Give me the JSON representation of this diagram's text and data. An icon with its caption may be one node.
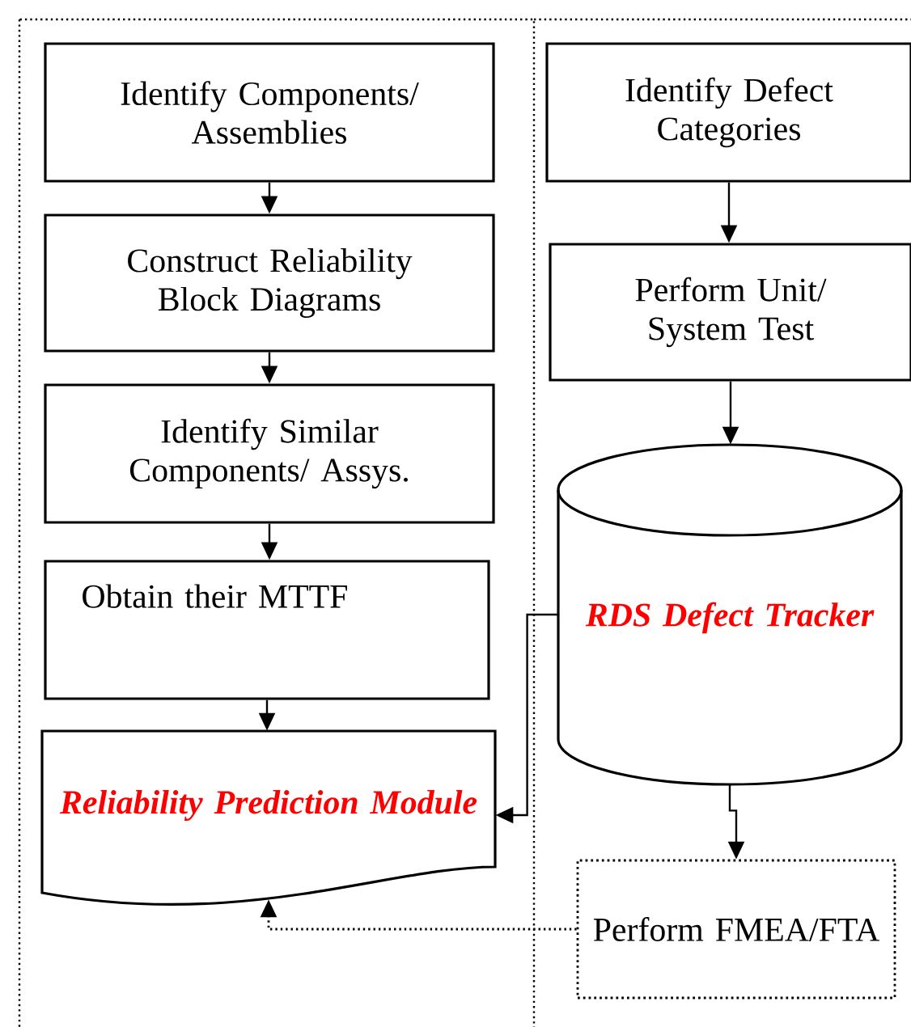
{
  "diagram": {
    "nodes": [
      {
        "text": [
          "Identify Components/ Assemblies"
        ]
      },
      {
        "text": [
          "Construct Reliability Block Diagrams"
        ]
      },
      {
        "text": [
          "Identify Similar Components/ Assys."
        ]
      },
      {
        "text": [
          "Obtain their MTTF"
        ]
      },
      {
        "text": [
          "Reliability Prediction Module"
        ]
      },
      {
        "text": [
          "Identify Defect Categories"
        ]
      },
      {
        "text": [
          "Perform Unit/ System Test"
        ]
      },
      {
        "text": [
          "RDS Defect Tracker"
        ]
      },
      {
        "text": [
          "Perform FMEA/FTA"
        ]
      }
    ],
    "edges": [
      {
        "from": 0,
        "to": 1,
        "arrow": "to"
      },
      {
        "from": 1,
        "to": 2,
        "arrow": "to"
      },
      {
        "from": 2,
        "to": 3,
        "arrow": "to"
      },
      {
        "from": 3,
        "to": 4,
        "arrow": "to"
      },
      {
        "from": 5,
        "to": 6,
        "arrow": "to"
      },
      {
        "from": 6,
        "to": 7,
        "arrow": "to"
      },
      {
        "from": 7,
        "to": 4,
        "arrow": "to"
      },
      {
        "from": 7,
        "to": 8,
        "arrow": "to"
      },
      {
        "from": 8,
        "to": 4,
        "arrow": "to",
        "style": "dashed"
      }
    ]
  }
}
